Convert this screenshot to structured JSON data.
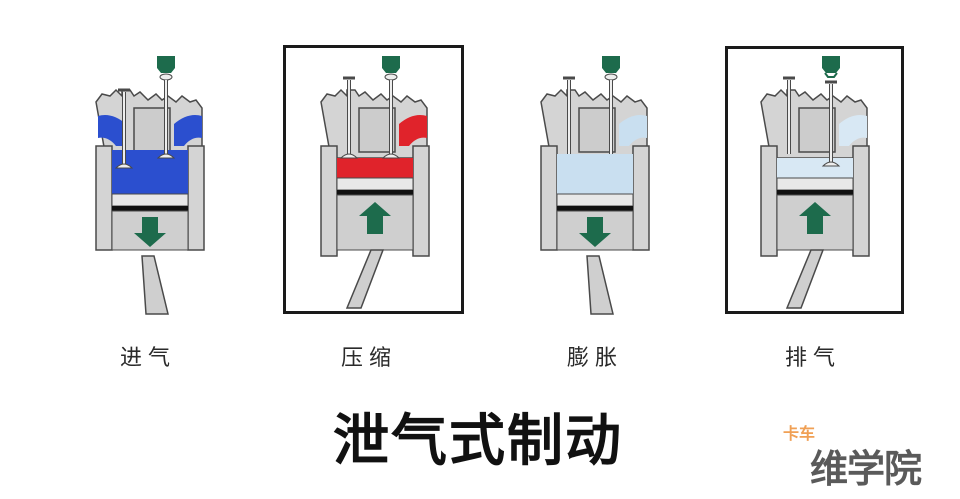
{
  "diagram": {
    "title": "泄气式制动",
    "watermark": {
      "small": "卡车",
      "big": "维学院"
    },
    "colors": {
      "metal": "#d4d4d4",
      "outline": "#4a4a4a",
      "injector": "#1d6b4c",
      "arrow": "#1d6b4c",
      "intake_gas": "#2b4fcf",
      "compressed_gas": "#e0232b",
      "expansion_gas": "#c9dff0",
      "exhaust_gas": "#d8e8f4",
      "frame": "#1a1a1a",
      "watermark_orange": "#f0a055",
      "watermark_gray": "#5a5a5a"
    },
    "stages": [
      {
        "label": "进气",
        "piston_direction": "down",
        "gas": "intake",
        "framed": false
      },
      {
        "label": "压缩",
        "piston_direction": "up",
        "gas": "compressed",
        "framed": true
      },
      {
        "label": "膨胀",
        "piston_direction": "down",
        "gas": "expansion",
        "framed": false
      },
      {
        "label": "排气",
        "piston_direction": "up",
        "gas": "exhaust",
        "framed": true
      }
    ]
  }
}
